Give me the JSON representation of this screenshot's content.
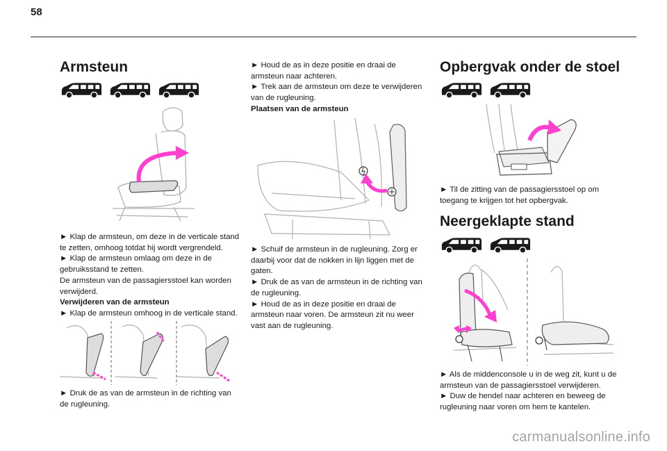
{
  "page": {
    "number": "58",
    "watermark": "carmanualsonline.info"
  },
  "col1": {
    "heading": "Armsteun",
    "para1": {
      "line1": "► Klap de armsteun, om deze in de verticale stand te zetten, omhoog totdat hij wordt vergrendeld.",
      "line2": "► Klap de armsteun omlaag om deze in de gebruiksstand te zetten.",
      "line3": "De armsteun van de passagiersstoel kan worden verwijderd.",
      "subhead": "Verwijderen van de armsteun",
      "line4": "► Klap de armsteun omhoog in de verticale stand."
    },
    "para2": "► Druk de as van de armsteun in de richting van de rugleuning."
  },
  "col2": {
    "para1": {
      "line1": "► Houd de as in deze positie en draai de armsteun naar achteren.",
      "line2": "► Trek aan de armsteun om deze te verwijderen van de rugleuning.",
      "subhead": "Plaatsen van de armsteun"
    },
    "para2": {
      "line1": "► Schuif de armsteun in de rugleuning. Zorg er daarbij voor dat de nokken in lijn liggen met de gaten.",
      "line2": "► Druk de as van de armsteun in de richting van de rugleuning.",
      "line3": "► Houd de as in deze positie en draai de armsteun naar voren. De armsteun zit nu weer vast aan de rugleuning."
    }
  },
  "col3": {
    "heading1": "Opbergvak onder de stoel",
    "para1": "► Til de zitting van de passagiersstoel op om toegang te krijgen tot het opbergvak.",
    "heading2": "Neergeklapte stand",
    "para2": {
      "line1": "► Als de middenconsole u in de weg zit, kunt u de armsteun van de passagiersstoel verwijderen.",
      "line2": "► Duw de hendel naar achteren en beweeg de rugleuning naar voren om hem te kantelen."
    }
  },
  "colors": {
    "accent": "#ff3fd0",
    "van": "#1a1a1a",
    "line": "#a8a8a8"
  }
}
